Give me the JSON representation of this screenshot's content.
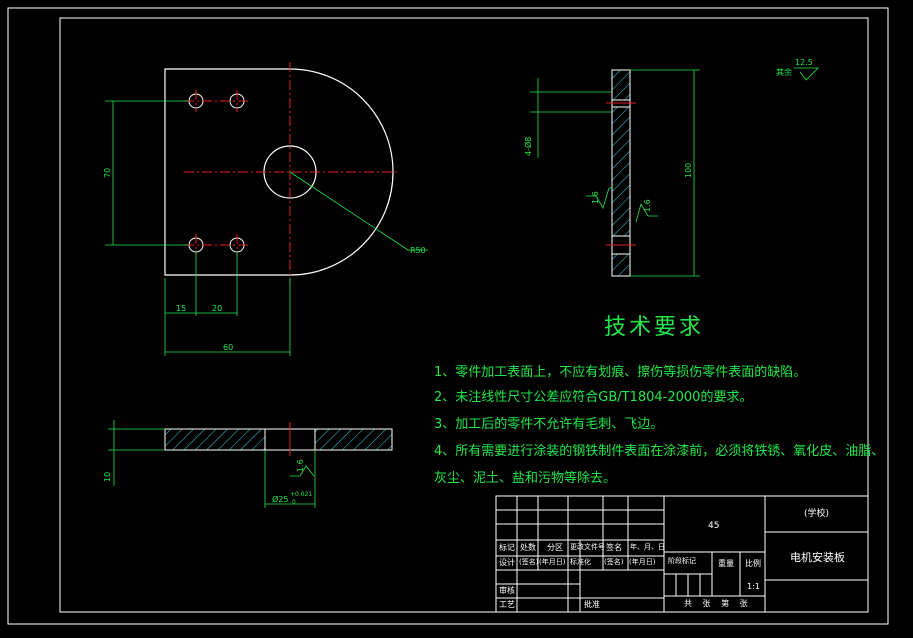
{
  "drawing": {
    "dimensions": {
      "d70": "70",
      "d15": "15",
      "d20": "20",
      "d60": "60",
      "r50": "R50",
      "holes": "4-Ø8",
      "d100": "100",
      "d10": "10",
      "bore": "Ø25",
      "bore_tol": "+0.021",
      "bore_tol_low": "0",
      "ra_main": "12.5",
      "ra_note": "其余",
      "ra_16a": "1.6",
      "ra_16b": "1.6",
      "ra_16c": "1.6"
    }
  },
  "tech_requirements": {
    "title": "技术要求",
    "items": [
      "1、零件加工表面上，不应有划痕、擦伤等损伤零件表面的缺陷。",
      "2、未注线性尺寸公差应符合GB/T1804-2000的要求。",
      "3、加工后的零件不允许有毛刺、飞边。",
      "4、所有需要进行涂装的钢铁制件表面在涂漆前，必须将铁锈、氧化皮、油脂、",
      "灰尘、泥土、盐和污物等除去。"
    ]
  },
  "title_block": {
    "material": "45",
    "school": "(学校)",
    "part_name": "电机安装板",
    "scale": "1:1",
    "row_labels": [
      "标记",
      "处数",
      "分区",
      "更改文件号",
      "签名",
      "年、月、日"
    ],
    "design": "设计",
    "sign1": "(签名)",
    "date1": "(年月日)",
    "standardize": "标准化",
    "sign2": "(签名)",
    "date2": "(年月日)",
    "review": "审核",
    "process": "工艺",
    "approve": "批准",
    "stage_mark": "阶段标记",
    "weight": "重量",
    "ratio": "比例",
    "sheets": "共  张   第  张"
  }
}
